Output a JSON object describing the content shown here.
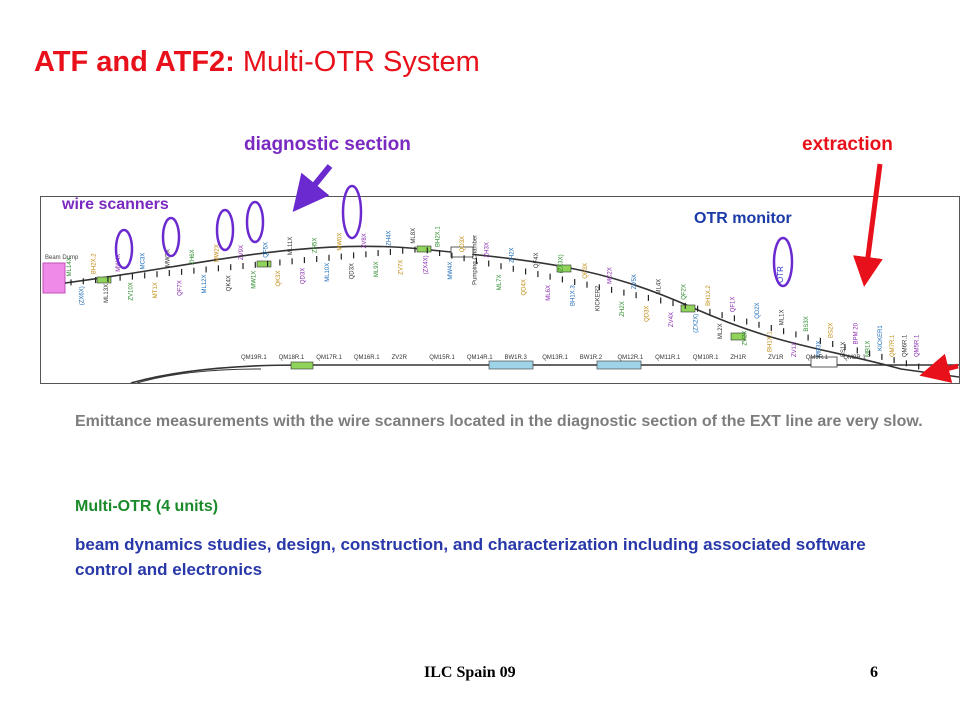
{
  "slide": {
    "title_bold": "ATF and ATF2:",
    "title_rest": " Multi-OTR System",
    "label_diagnostic": "diagnostic section",
    "label_extraction": "extraction",
    "label_wire": "wire scanners",
    "label_otr": "OTR monitor",
    "paragraph": "Emittance measurements with the wire scanners located in the diagnostic section of the EXT line are very slow.",
    "multi_otr": "Multi-OTR  (4 units)",
    "beam_text": "beam dynamics studies, design, construction, and characterization including associated software control and electronics",
    "footer_left": "ILC Spain 09",
    "footer_right": "6"
  },
  "lattice": {
    "beam_dump": "Beam Dump",
    "otr_tag": "OTR",
    "upper_tags": [
      "ML14X",
      "(ZX6X)",
      "BH2X.2",
      "ML13X",
      "MW4X",
      "ZV10X",
      "MC3X",
      "MT1X",
      "MW3X",
      "QF7X",
      "ZH6X",
      "ML12X",
      "MW2X",
      "QK4X",
      "ZV9X",
      "MW1X",
      "QF5X",
      "QK3X",
      "ML11X",
      "QD3X",
      "ZH5X",
      "ML10X",
      "MW0X",
      "QD3X",
      "ZV8X",
      "ML9X",
      "ZH4X",
      "ZV7X",
      "ML8X",
      "(ZX4X)",
      "BH2X.1",
      "MW4X",
      "QD3X",
      "Pumping Chamber",
      "ZH3X",
      "ML7X",
      "ZH2X",
      "QD4X",
      "QF4X",
      "ML6X",
      "(ZX3X)",
      "BH1X.3",
      "QF3X",
      "KICKER2",
      "MC2X",
      "ZH2X",
      "ZV5X",
      "QD3X",
      "ML4X",
      "ZV4X",
      "QF2X",
      "(ZX2X)",
      "BH1X.2",
      "ML2X",
      "QF1X",
      "ZV2X",
      "QD2X",
      "BH1X.1",
      "ML1X",
      "ZV1X",
      "BS3X",
      "MB3X",
      "BS2X",
      "BS1X",
      "BPM 20",
      "MB1X",
      "KICKER1",
      "QM7R.1",
      "QM6R.1",
      "QM5R.1"
    ],
    "lower_tags": [
      "QM19R.1",
      "QM18R.1",
      "QM17R.1",
      "QM16R.1",
      "ZV2R",
      "QM15R.1",
      "QM14R.1",
      "BW1R.3",
      "QM13R.1",
      "BW1R.2",
      "QM12R.1",
      "QM11R.1",
      "QM10R.1",
      "ZH1R",
      "ZV1R",
      "QM9R.1",
      "QM8R.1"
    ],
    "colors": {
      "frame": "#555555",
      "beamline": "#333333",
      "magnet_green": "#8fd35a",
      "dump": "#f08ae8",
      "quad_blue": "#9fd4e8"
    }
  },
  "annotations": {
    "colors": {
      "purple": "#6a2ad0",
      "red": "#e8101a",
      "blue_otr": "#2838c8",
      "green": "#1a8a2a",
      "grey": "#7d7d7d"
    },
    "icons": [
      "arrow-diagnostic-icon",
      "arrow-extraction-icon",
      "arrow-injection-icon"
    ]
  }
}
